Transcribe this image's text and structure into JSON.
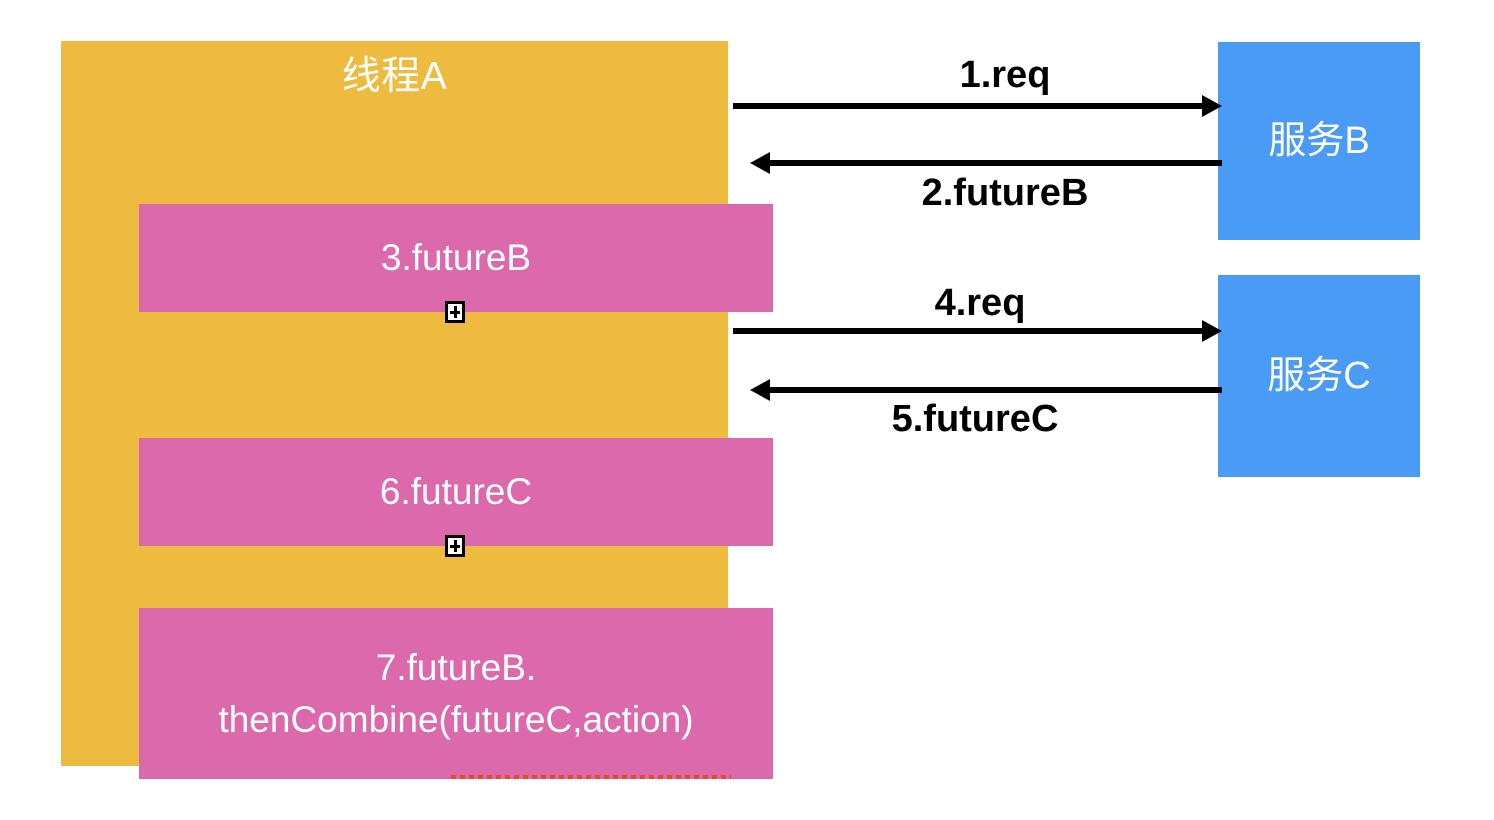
{
  "diagram": {
    "title": "CompletableFuture thenCombine flow",
    "colors": {
      "thread_fill": "#efba40",
      "task_fill": "#dd69ad",
      "service_fill": "#4a9bf5",
      "arrow": "#000000",
      "text_light": "#ffffff",
      "spellcheck_underline": "#e8492b"
    }
  },
  "thread": {
    "title": "线程A",
    "tasks": [
      {
        "id": "future-b",
        "label": "3.futureB"
      },
      {
        "id": "future-c",
        "label": "6.futureC"
      },
      {
        "id": "combine",
        "label": "7.futureB.\nthenCombine(futureC,action)",
        "line1": "7.futureB.",
        "line2": "thenCombine(futureC,action)"
      }
    ],
    "markers": [
      {
        "id": "plus-marker-b",
        "icon": "plus-icon"
      },
      {
        "id": "plus-marker-c",
        "icon": "plus-icon"
      }
    ]
  },
  "services": [
    {
      "id": "service-b",
      "label": "服务B"
    },
    {
      "id": "service-c",
      "label": "服务C"
    }
  ],
  "arrows": [
    {
      "id": "arrow-req-b",
      "label": "1.req",
      "direction": "right"
    },
    {
      "id": "arrow-futureb",
      "label": "2.futureB",
      "direction": "left"
    },
    {
      "id": "arrow-req-c",
      "label": "4.req",
      "direction": "right"
    },
    {
      "id": "arrow-futurec",
      "label": "5.futureC",
      "direction": "left"
    }
  ]
}
